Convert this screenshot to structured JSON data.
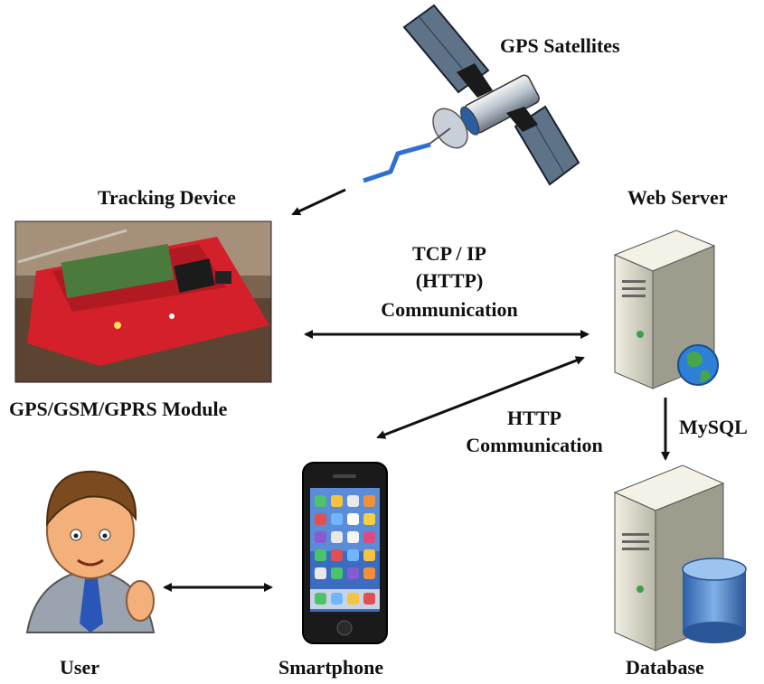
{
  "labels": {
    "gps_satellites": "GPS Satellites",
    "tracking_device": "Tracking Device",
    "web_server": "Web Server",
    "tcp_line1": "TCP / IP",
    "tcp_line2": "(HTTP)",
    "tcp_line3": "Communication",
    "module": "GPS/GSM/GPRS Module",
    "http_line1": "HTTP",
    "http_line2": "Communication",
    "mysql": "MySQL",
    "user": "User",
    "smartphone": "Smartphone",
    "database": "Database"
  },
  "icons": [
    "satellite-icon",
    "tracking-device-photo",
    "web-server-icon",
    "globe-icon",
    "smartphone-icon",
    "user-avatar-icon",
    "database-server-icon",
    "database-cylinder-icon"
  ],
  "colors": {
    "arrow": "#111111",
    "board": "#d4202a",
    "server": "#d8d6c6",
    "db_blue": "#3b6fb8"
  }
}
